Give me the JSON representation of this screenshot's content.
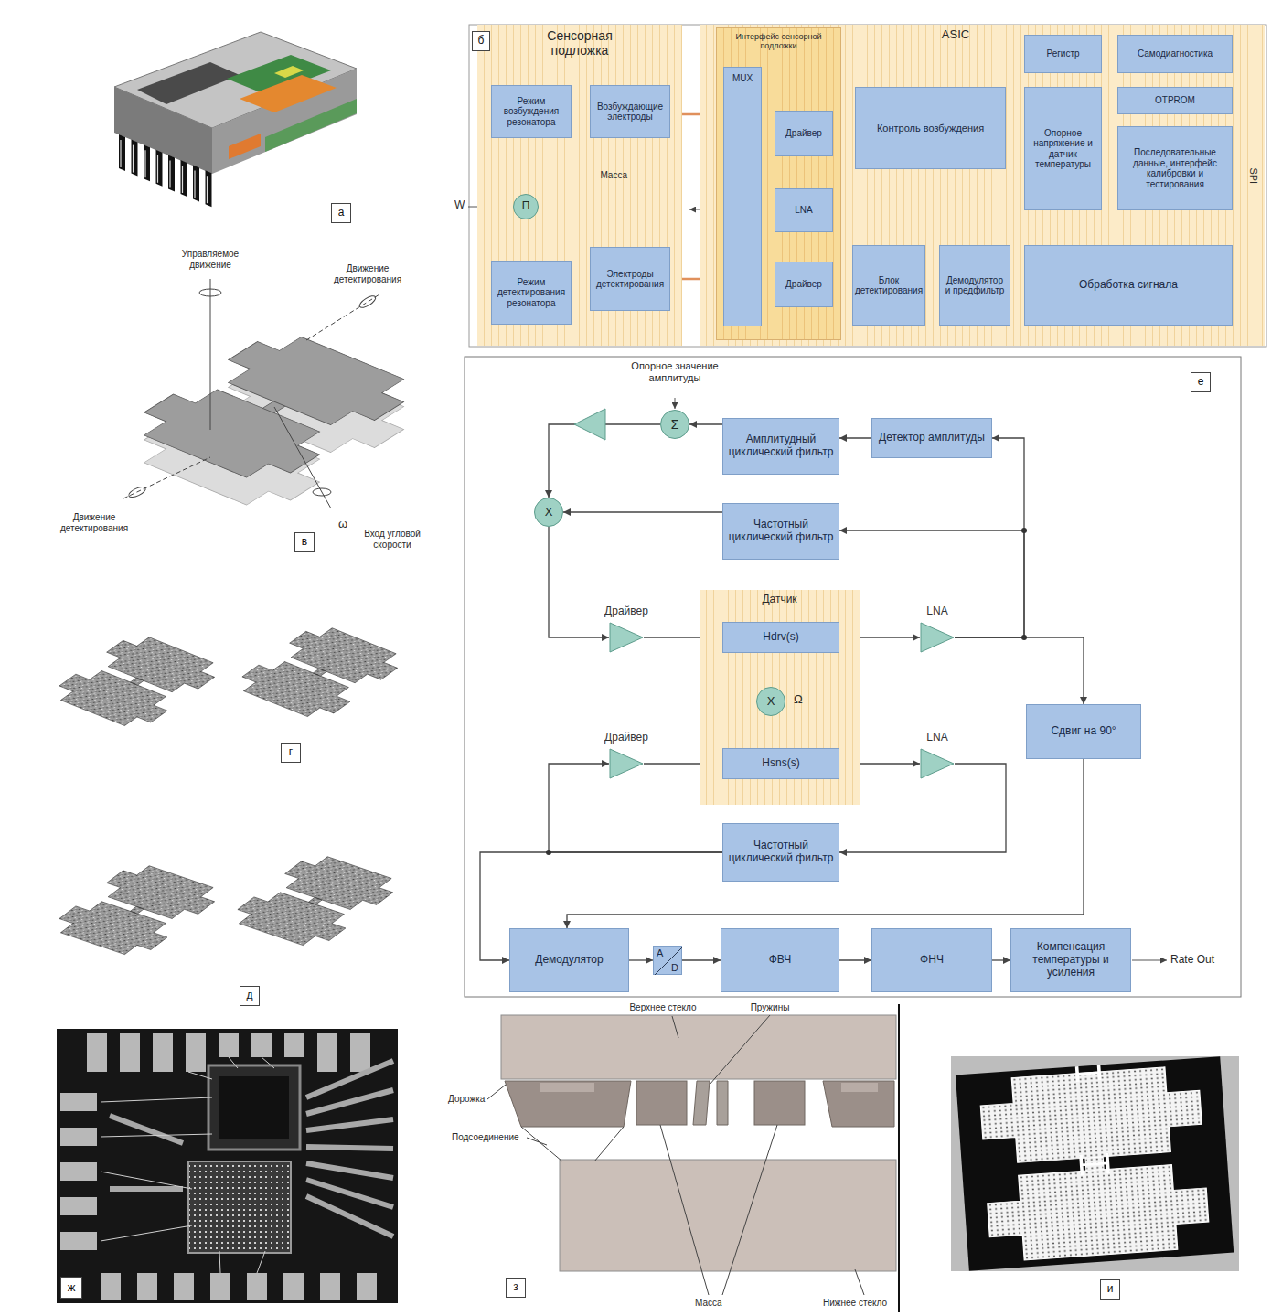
{
  "diagram": {
    "nodes": [
      {
        "text": [
          "а"
        ]
      },
      {
        "text": [
          "б"
        ]
      },
      {
        "text": [
          "Сенсорная подложка"
        ]
      },
      {
        "text": [
          "Режим возбуждения резонатора"
        ],
        "in": 2
      },
      {
        "text": [
          "Возбуждающие электроды"
        ],
        "in": 2
      },
      {
        "text": [
          "П"
        ],
        "in": 2
      },
      {
        "text": [
          "Режим детектирования резонатора"
        ],
        "in": 2
      },
      {
        "text": [
          "Электроды детектирования"
        ],
        "in": 2
      },
      {
        "text": [
          "ASIC"
        ]
      },
      {
        "text": [
          "Интерфейс сенсорной подложки"
        ],
        "in": 8
      },
      {
        "text": [
          "MUX"
        ],
        "in": 9
      },
      {
        "text": [
          "Драйвер"
        ],
        "in": 9
      },
      {
        "text": [
          "LNA"
        ],
        "in": 9
      },
      {
        "text": [
          "Драйвер"
        ],
        "in": 9
      },
      {
        "text": [
          "Контроль возбуждения"
        ],
        "in": 8
      },
      {
        "text": [
          "Регистр"
        ],
        "in": 8
      },
      {
        "text": [
          "Самодиагностика"
        ],
        "in": 8
      },
      {
        "text": [
          "OTPROM"
        ],
        "in": 8
      },
      {
        "text": [
          "Опорное напряжение и датчик температуры"
        ],
        "in": 8
      },
      {
        "text": [
          "Последовательные данные, интерфейс калибровки и тестирования"
        ],
        "in": 8
      },
      {
        "text": [
          "Блок детектирования"
        ],
        "in": 8
      },
      {
        "text": [
          "Демодулятор и предфильтр"
        ],
        "in": 8
      },
      {
        "text": [
          "Обработка сигнала"
        ],
        "in": 8
      },
      {
        "text": [
          "в"
        ]
      },
      {
        "text": [
          "г"
        ]
      },
      {
        "text": [
          "д"
        ]
      },
      {
        "text": [
          "е"
        ]
      },
      {
        "text": [
          "Σ"
        ]
      },
      {
        "text": [
          "Амплитудный циклический фильтр"
        ]
      },
      {
        "text": [
          "Детектор амплитуды"
        ]
      },
      {
        "text": [
          "X"
        ]
      },
      {
        "text": [
          "Частотный циклический фильтр"
        ]
      },
      {
        "text": [
          "Драйвер"
        ]
      },
      {
        "text": [
          "Датчик"
        ]
      },
      {
        "text": [
          "Hdrv(s)"
        ],
        "in": 33
      },
      {
        "text": [
          "X"
        ],
        "in": 33
      },
      {
        "text": [
          "Hsns(s)"
        ],
        "in": 33
      },
      {
        "text": [
          "LNA"
        ]
      },
      {
        "text": [
          "Драйвер"
        ]
      },
      {
        "text": [
          "LNA"
        ]
      },
      {
        "text": [
          "Сдвиг на 90°"
        ]
      },
      {
        "text": [
          "Частотный циклический фильтр"
        ]
      },
      {
        "text": [
          "Демодулятор"
        ]
      },
      {
        "text": [
          "A",
          "D"
        ]
      },
      {
        "text": [
          "ФВЧ"
        ]
      },
      {
        "text": [
          "ФНЧ"
        ]
      },
      {
        "text": [
          "Компенсация температуры и усиления"
        ]
      },
      {
        "text": [
          "ж"
        ]
      },
      {
        "text": [
          "з"
        ]
      },
      {
        "text": [
          "и"
        ]
      }
    ],
    "edges": [
      {
        "from": 3,
        "to": 4,
        "arrow": "both"
      },
      {
        "from": 6,
        "to": 7,
        "arrow": "both"
      },
      {
        "from": 5,
        "to": 3,
        "arrow": "to"
      },
      {
        "from": 6,
        "to": 5,
        "arrow": "to"
      },
      {
        "from": 4,
        "to": 10,
        "arrow": "both"
      },
      {
        "from": 7,
        "to": 10,
        "arrow": "both"
      },
      {
        "from": 10,
        "to": 11,
        "arrow": "both"
      },
      {
        "from": 10,
        "to": 12,
        "arrow": "to"
      },
      {
        "from": 10,
        "to": 13,
        "arrow": "both"
      },
      {
        "from": 12,
        "to": 14,
        "arrow": "to"
      },
      {
        "from": 12,
        "to": 20,
        "arrow": "to"
      },
      {
        "from": 20,
        "to": 21,
        "arrow": "to"
      },
      {
        "from": 21,
        "to": 22,
        "arrow": "to"
      },
      {
        "from": 22,
        "to": 19,
        "arrow": "to"
      },
      {
        "from": 29,
        "to": 28,
        "arrow": "to"
      },
      {
        "from": 28,
        "to": 27,
        "arrow": "to"
      },
      {
        "from": 27,
        "to": 30,
        "arrow": "to"
      },
      {
        "from": 31,
        "to": 30,
        "arrow": "to"
      },
      {
        "from": 30,
        "to": 32,
        "arrow": "to"
      },
      {
        "from": 32,
        "to": 34,
        "arrow": "to"
      },
      {
        "from": 34,
        "to": 35,
        "arrow": "to"
      },
      {
        "from": 35,
        "to": 36,
        "arrow": "to"
      },
      {
        "from": 34,
        "to": 37,
        "arrow": "to"
      },
      {
        "from": 37,
        "to": 29,
        "arrow": "to"
      },
      {
        "from": 37,
        "to": 31,
        "arrow": "to"
      },
      {
        "from": 37,
        "to": 40,
        "arrow": "to"
      },
      {
        "from": 38,
        "to": 36,
        "arrow": "to"
      },
      {
        "from": 36,
        "to": 39,
        "arrow": "to"
      },
      {
        "from": 39,
        "to": 41,
        "arrow": "to"
      },
      {
        "from": 41,
        "to": 38,
        "arrow": "to"
      },
      {
        "from": 41,
        "to": 42,
        "arrow": "to"
      },
      {
        "from": 40,
        "to": 42,
        "arrow": "to"
      },
      {
        "from": 42,
        "to": 43,
        "arrow": "to"
      },
      {
        "from": 43,
        "to": 44,
        "arrow": "to"
      },
      {
        "from": 44,
        "to": 45,
        "arrow": "to"
      },
      {
        "from": 45,
        "to": 46,
        "arrow": "to"
      }
    ],
    "labels": [
      "W",
      "Масса",
      "SPI",
      "Управляемое движение",
      "Движение детектирования",
      "Движение детектирования",
      "ω",
      "Вход угловой скорости",
      "Опорное значение амплитуды",
      "Ω",
      "Rate Out",
      "Верхнее стекло",
      "Пружины",
      "Дорожка",
      "Подсоединение",
      "Масса",
      "Нижнее стекло"
    ]
  }
}
